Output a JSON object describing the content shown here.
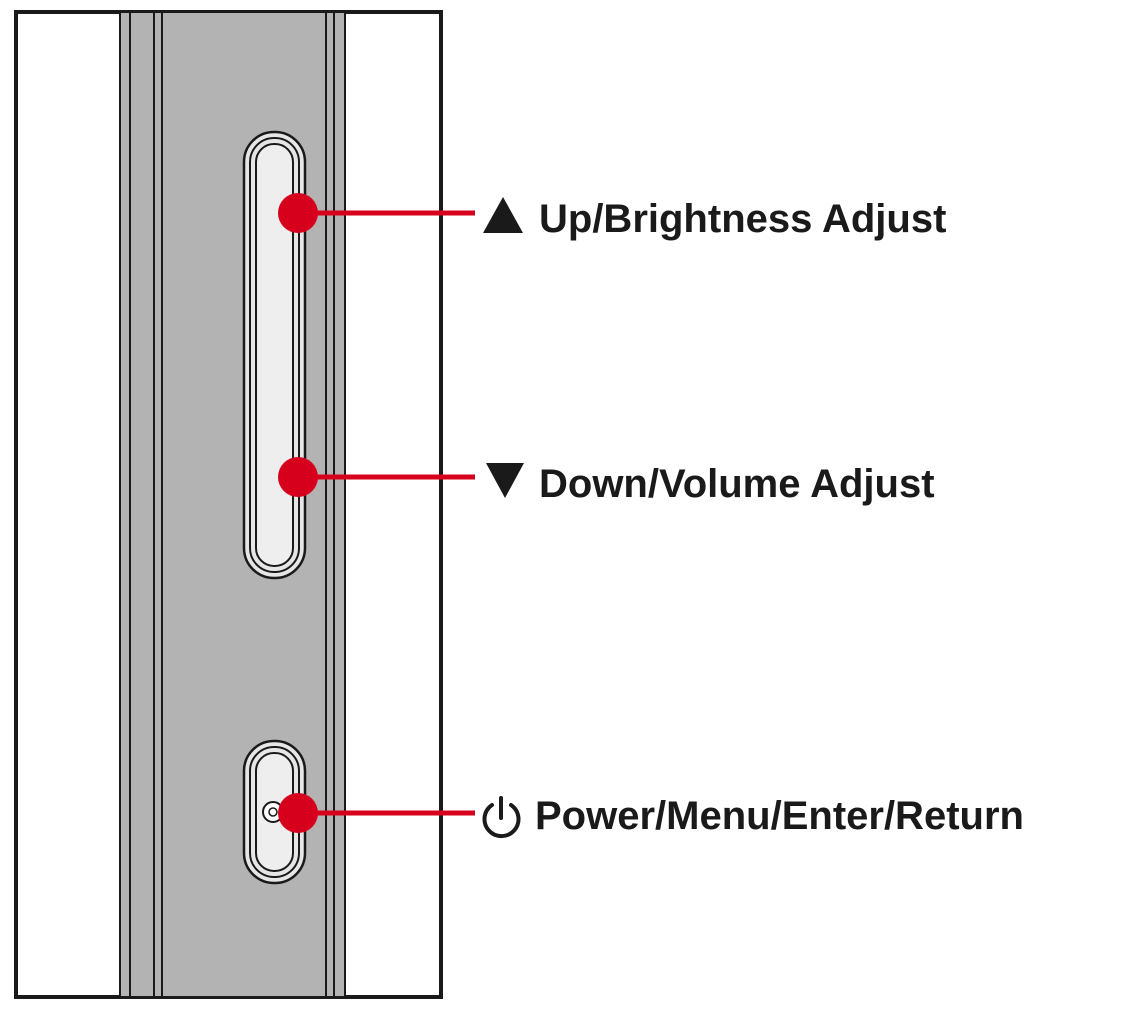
{
  "colors": {
    "accent": "#d6001c",
    "panel_outline": "#1a1a1a",
    "bezel_gray": "#b3b3b3",
    "button_face": "#e6e6e6",
    "background": "#ffffff"
  },
  "callouts": [
    {
      "icon": "up-triangle-icon",
      "label": "Up/Brightness Adjust"
    },
    {
      "icon": "down-triangle-icon",
      "label": "Down/Volume Adjust"
    },
    {
      "icon": "power-icon",
      "label": "Power/Menu/Enter/Return"
    }
  ]
}
